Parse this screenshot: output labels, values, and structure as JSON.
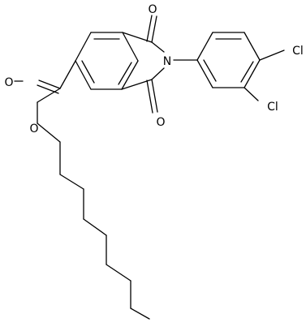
{
  "diagram": {
    "type": "chemical-structure",
    "atom_labels": {
      "n1": "N",
      "o_top": "O",
      "o_bottom": "O",
      "o_carbonyl": "O",
      "o_ester": "O",
      "cl_top": "Cl",
      "cl_bottom": "Cl"
    }
  }
}
